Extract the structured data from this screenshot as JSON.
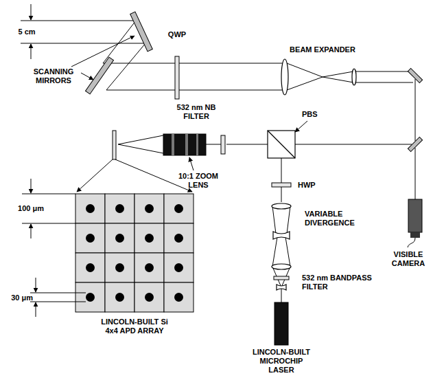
{
  "diagram": {
    "labels": [
      "5 cm",
      "QWP",
      "SCANNING MIRRORS",
      "BEAM EXPANDER",
      "532 nm NB FILTER",
      "PBS",
      "10:1 ZOOM LENS",
      "100 μm",
      "30 μm",
      "LINCOLN-BUILT Si 4x4 APD ARRAY",
      "HWP",
      "VARIABLE DIVERGENCE",
      "VISIBLE CAMERA",
      "532 nm BANDPASS FILTER",
      "LINCOLN-BUILT MICROCHIP LASER"
    ]
  }
}
